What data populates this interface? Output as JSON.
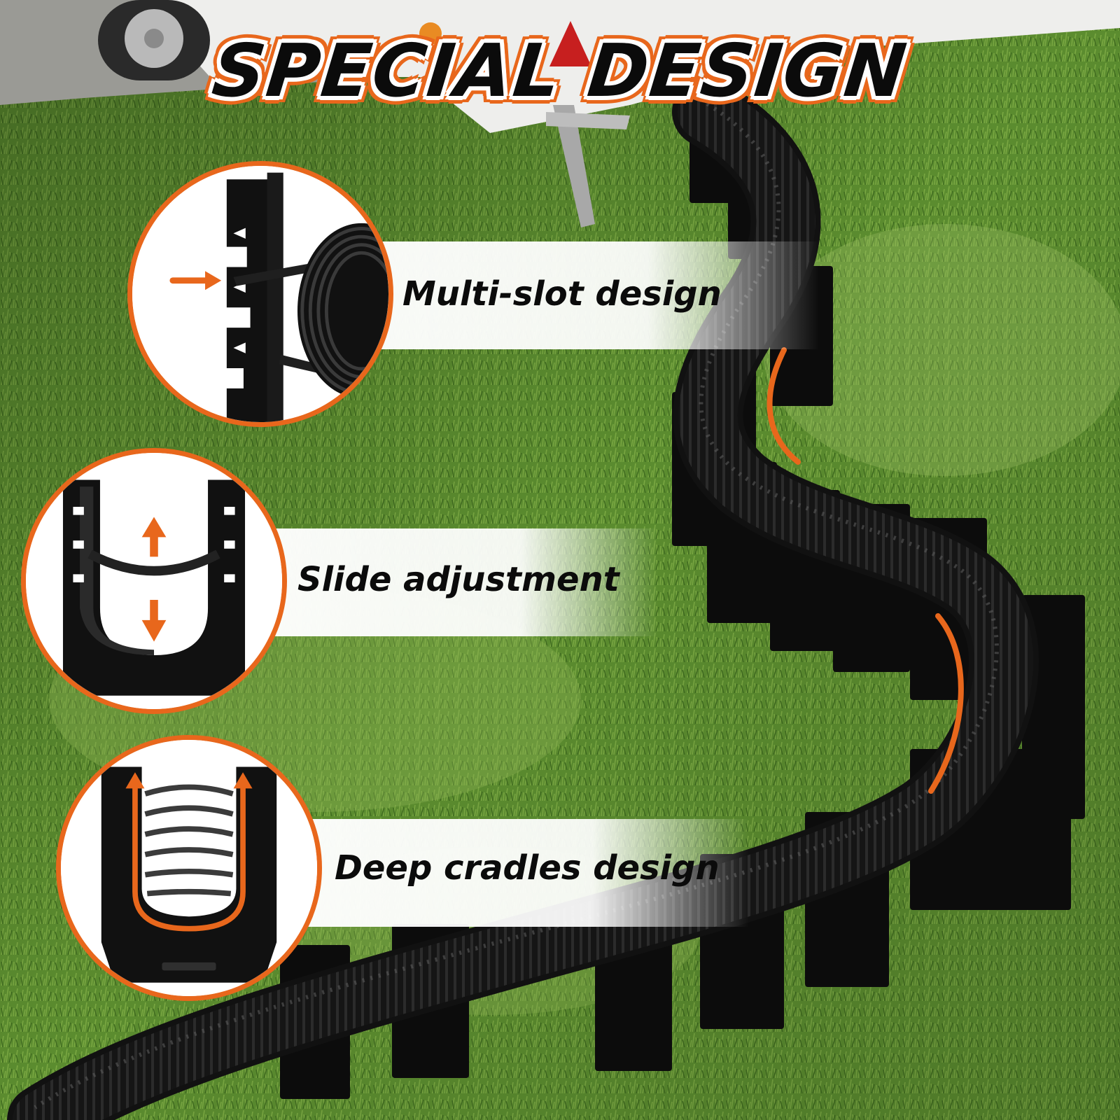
{
  "title": "SPECIAL DESIGN",
  "features": [
    {
      "label": "Multi-slot design",
      "icon": "multi-slot-icon"
    },
    {
      "label": "Slide adjustment",
      "icon": "slide-adjust-icon"
    },
    {
      "label": "Deep cradles design",
      "icon": "deep-cradle-icon"
    }
  ],
  "colors": {
    "accent": "#e8671c",
    "grass": "#5a8a30",
    "hose": "#111111"
  }
}
